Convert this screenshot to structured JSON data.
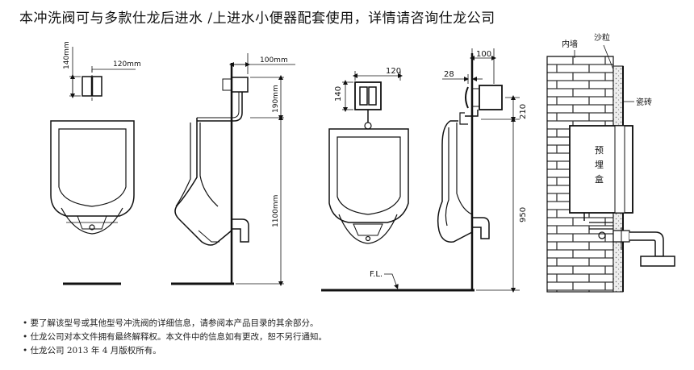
{
  "header": {
    "title": "本冲洗阀可与多款仕龙后进水 /上进水小便器配套使用，详情请咨询仕龙公司"
  },
  "diagram": {
    "dim_rear_top": "140mm",
    "dim_rear_width": "120mm",
    "dim_rear_side_top": "100mm",
    "dim_rear_side_drop": "190mm",
    "dim_rear_side_height": "1100mm",
    "dim_top_top": "140",
    "dim_top_width": "120",
    "dim_top_side_top": "100",
    "dim_top_side_offset": "28",
    "dim_top_side_drop": "210",
    "dim_top_side_height": "950",
    "floor_label": "F.L.",
    "label_inner_wall": "内墙",
    "label_sand": "沙粒",
    "label_tile": "瓷砖",
    "label_box_1": "预",
    "label_box_2": "埋",
    "label_box_3": "盒"
  },
  "notes": [
    "• 要了解该型号或其他型号冲洗阀的详细信息，请参阅本产品目录的其余部分。",
    "• 仕龙公司对本文件拥有最终解释权。本文件中的信息如有更改，恕不另行通知。",
    "• 仕龙公司 2013 年 4 月版权所有。"
  ]
}
